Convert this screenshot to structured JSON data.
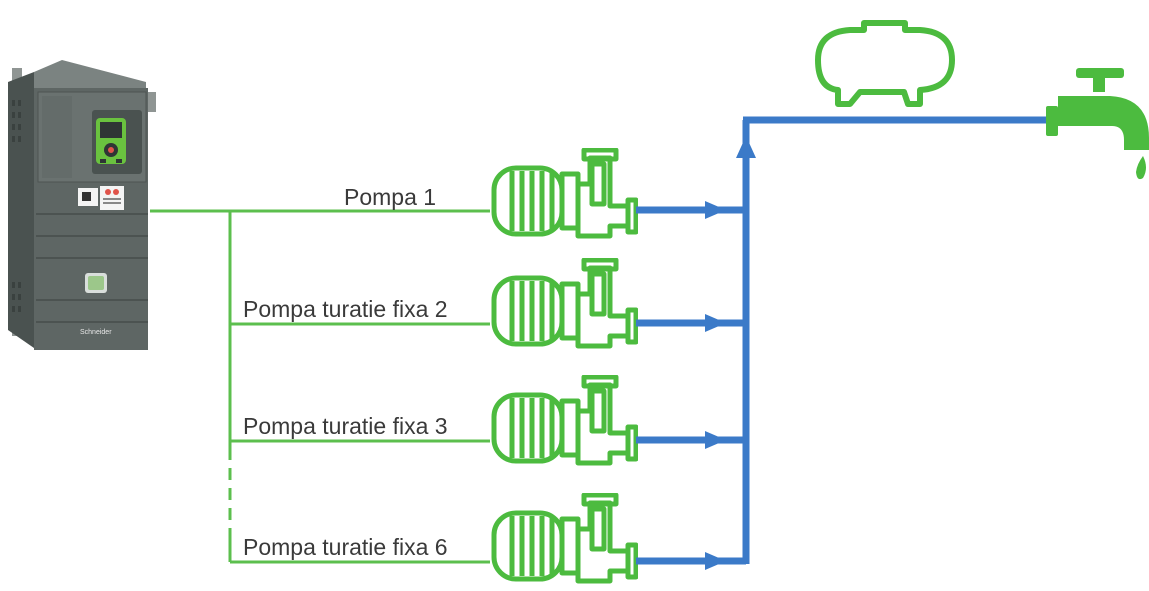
{
  "colors": {
    "power_line": "#5cbf4e",
    "pump": "#4cbb3f",
    "water_pipe": "#3b7ac8",
    "drive_body": "#5e6664",
    "background": "#ffffff"
  },
  "drive": {
    "brand": "Schneider",
    "icon": "variable-frequency-drive"
  },
  "pumps": [
    {
      "label": "Pompa 1"
    },
    {
      "label": "Pompa turatie fixa 2"
    },
    {
      "label": "Pompa turatie fixa 3"
    },
    {
      "label": "Pompa turatie fixa 6"
    }
  ],
  "icons": [
    "pressure-tank-icon",
    "water-tap-icon",
    "pump-icon",
    "flow-arrow-icon"
  ]
}
